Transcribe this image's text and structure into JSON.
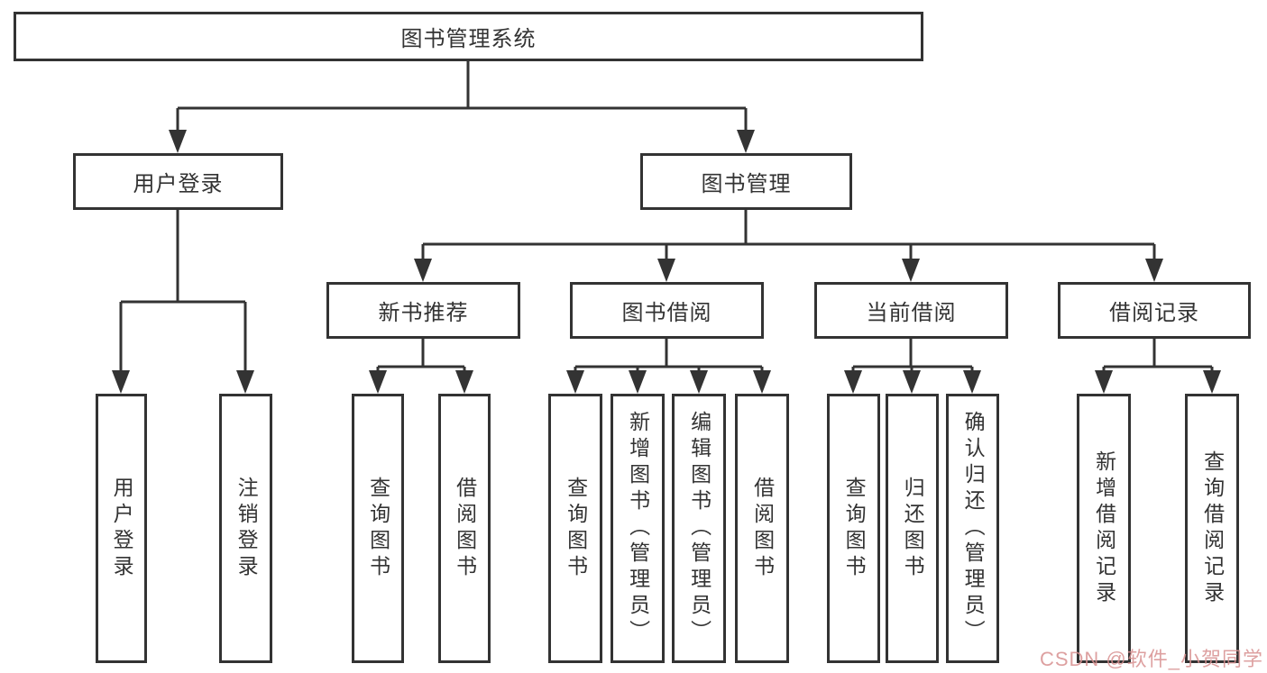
{
  "colors": {
    "line": "#333333",
    "text": "#333333",
    "bg": "#ffffff",
    "watermark": "#d89090"
  },
  "watermark": {
    "text": "CSDN @软件_小贺同学"
  },
  "tree": {
    "label": "图书管理系统",
    "children": [
      {
        "label": "用户登录",
        "children": [
          {
            "label": "用户登录"
          },
          {
            "label": "注销登录"
          }
        ]
      },
      {
        "label": "图书管理",
        "children": [
          {
            "label": "新书推荐",
            "children": [
              {
                "label": "查询图书"
              },
              {
                "label": "借阅图书"
              }
            ]
          },
          {
            "label": "图书借阅",
            "children": [
              {
                "label": "查询图书"
              },
              {
                "label": "新增图书（管理员）"
              },
              {
                "label": "编辑图书（管理员）"
              },
              {
                "label": "借阅图书"
              }
            ]
          },
          {
            "label": "当前借阅",
            "children": [
              {
                "label": "查询图书"
              },
              {
                "label": "归还图书"
              },
              {
                "label": "确认归还（管理员）"
              }
            ]
          },
          {
            "label": "借阅记录",
            "children": [
              {
                "label": "新增借阅记录"
              },
              {
                "label": "查询借阅记录"
              }
            ]
          }
        ]
      }
    ]
  }
}
